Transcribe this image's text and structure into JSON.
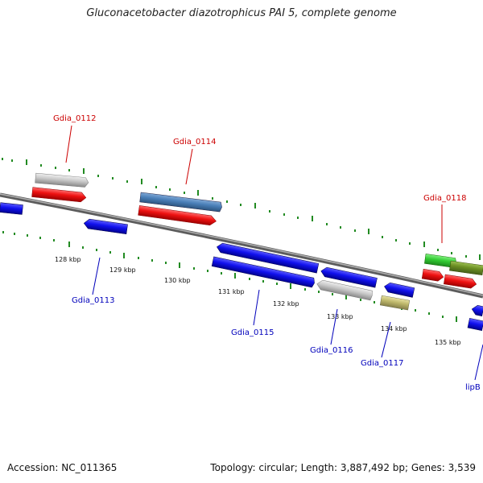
{
  "title": "Gluconacetobacter diazotrophicus PAI 5, complete genome",
  "accession": "Accession: NC_011365",
  "topology": "Topology: circular; Length: 3,887,492 bp; Genes: 3,539",
  "ticks": [
    "128 kbp",
    "129 kbp",
    "130 kbp",
    "131 kbp",
    "132 kbp",
    "133 kbp",
    "134 kbp",
    "135 kbp"
  ],
  "gene_labels": [
    "Gdia_0112",
    "Gdia_0114",
    "Gdia_0118",
    "Gdia_0113",
    "Gdia_0115",
    "Gdia_0116",
    "Gdia_0117",
    "lipB"
  ],
  "colors": {
    "forward_cds": "#ee1111",
    "reverse_cds": "#1111ee",
    "blue_grey": "#4a7fb8",
    "grey": "#c8c8c8",
    "green": "#33cc33",
    "olive": "#6b8e23",
    "khaki": "#bdb76b",
    "backbone": "#808080",
    "tick_mark": "#228b22"
  }
}
